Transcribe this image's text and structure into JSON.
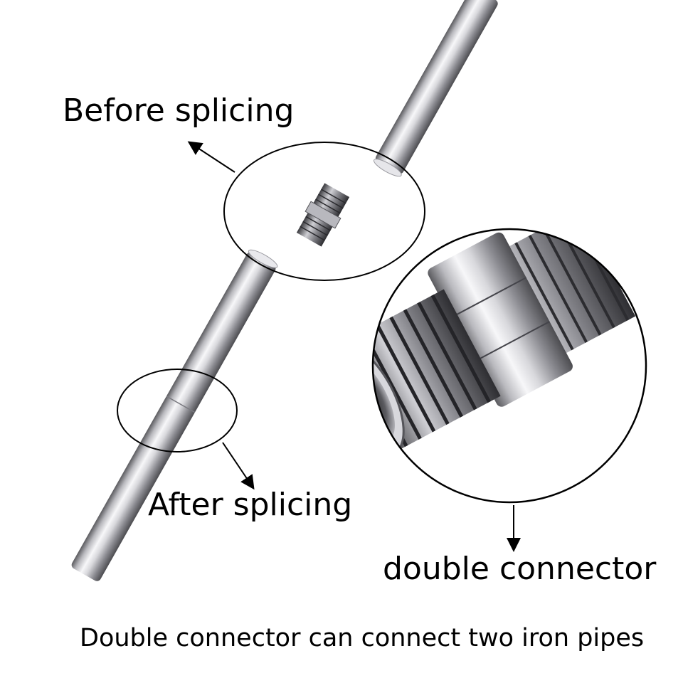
{
  "labels": {
    "before": "Before splicing",
    "after": "After splicing",
    "connector": "double connector"
  },
  "caption": "Double connector can connect two iron pipes",
  "colors": {
    "text": "#000000",
    "chrome_dark": "#6e6e70",
    "chrome_light": "#f4f4f6"
  }
}
